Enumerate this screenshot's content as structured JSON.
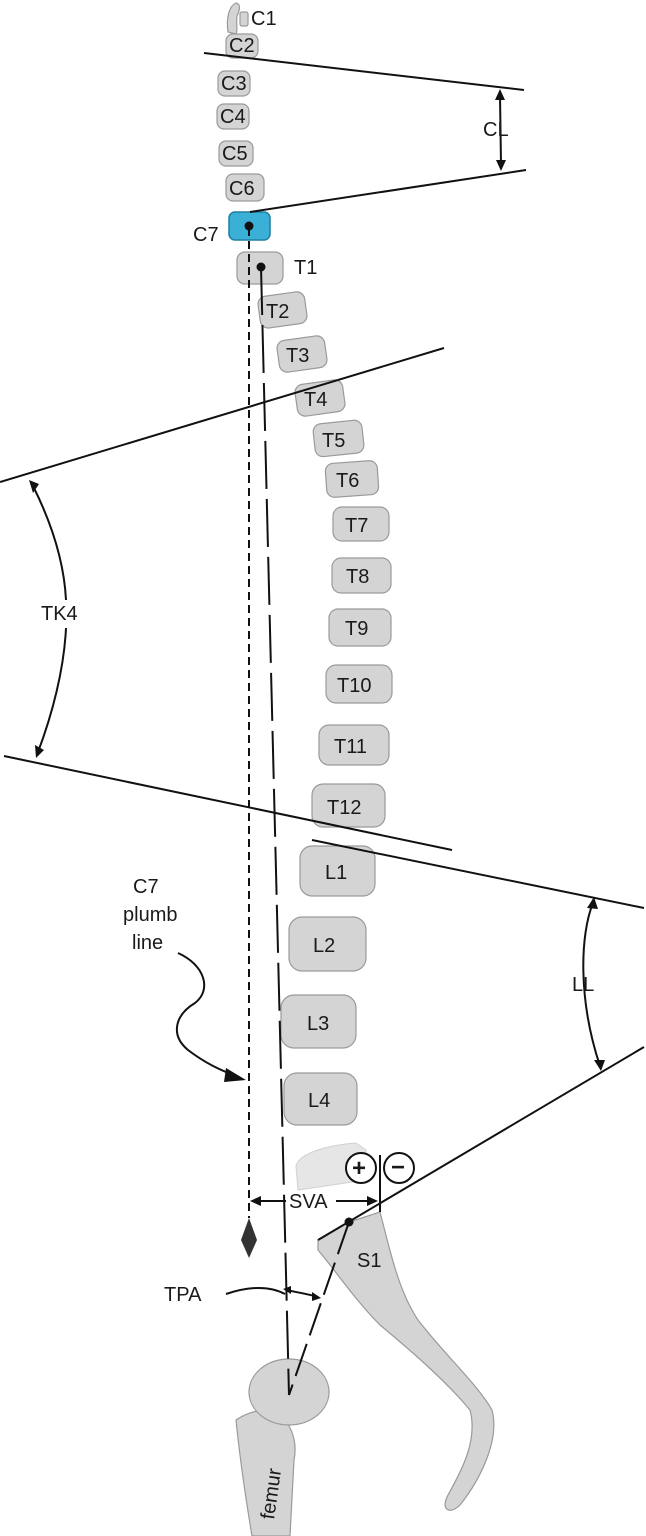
{
  "vertebrae": {
    "c1": "C1",
    "c2": "C2",
    "c3": "C3",
    "c4": "C4",
    "c5": "C5",
    "c6": "C6",
    "c7": "C7",
    "t1": "T1",
    "t2": "T2",
    "t3": "T3",
    "t4": "T4",
    "t5": "T5",
    "t6": "T6",
    "t7": "T7",
    "t8": "T8",
    "t9": "T9",
    "t10": "T10",
    "t11": "T11",
    "t12": "T12",
    "l1": "L1",
    "l2": "L2",
    "l3": "L3",
    "l4": "L4",
    "s1": "S1"
  },
  "labels": {
    "cl": "CL",
    "tk4": "TK4",
    "ll": "LL",
    "sva": "SVA",
    "tpa": "TPA",
    "femur": "femur",
    "plumb_line_1": "C7",
    "plumb_line_2": "plumb",
    "plumb_line_3": "line",
    "plus": "+",
    "minus": "−"
  },
  "colors": {
    "c7_highlight": "#3ab0d6",
    "bone": "#d4d4d4"
  }
}
